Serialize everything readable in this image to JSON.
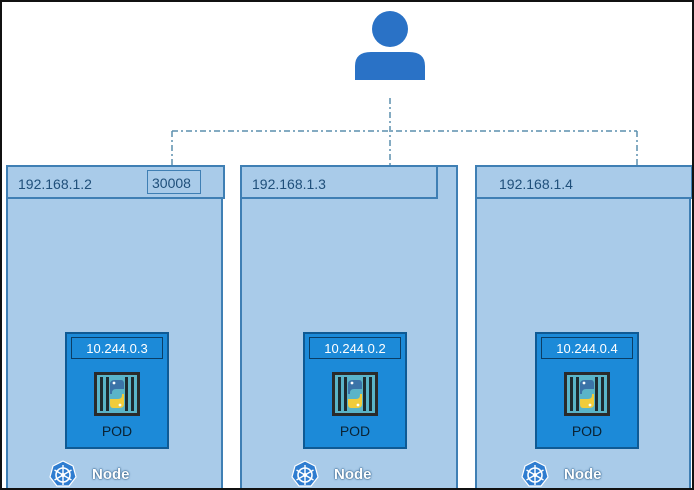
{
  "colors": {
    "node_fill": "#a9cbe9",
    "node_border": "#3f7fb4",
    "pod_fill": "#1c8ad8",
    "user_fill": "#2a72c6",
    "connector": "#5b8fae"
  },
  "user": {
    "icon": "user-icon"
  },
  "nodes": [
    {
      "ip": "192.168.1.2",
      "port": "30008",
      "pod": {
        "ip": "10.244.0.3",
        "label": "POD",
        "icon": "python-container-icon"
      },
      "label": "Node",
      "icon": "kubernetes-wheel-icon"
    },
    {
      "ip": "192.168.1.3",
      "pod": {
        "ip": "10.244.0.2",
        "label": "POD",
        "icon": "python-container-icon"
      },
      "label": "Node",
      "icon": "kubernetes-wheel-icon"
    },
    {
      "ip": "192.168.1.4",
      "pod": {
        "ip": "10.244.0.4",
        "label": "POD",
        "icon": "python-container-icon"
      },
      "label": "Node",
      "icon": "kubernetes-wheel-icon"
    }
  ]
}
